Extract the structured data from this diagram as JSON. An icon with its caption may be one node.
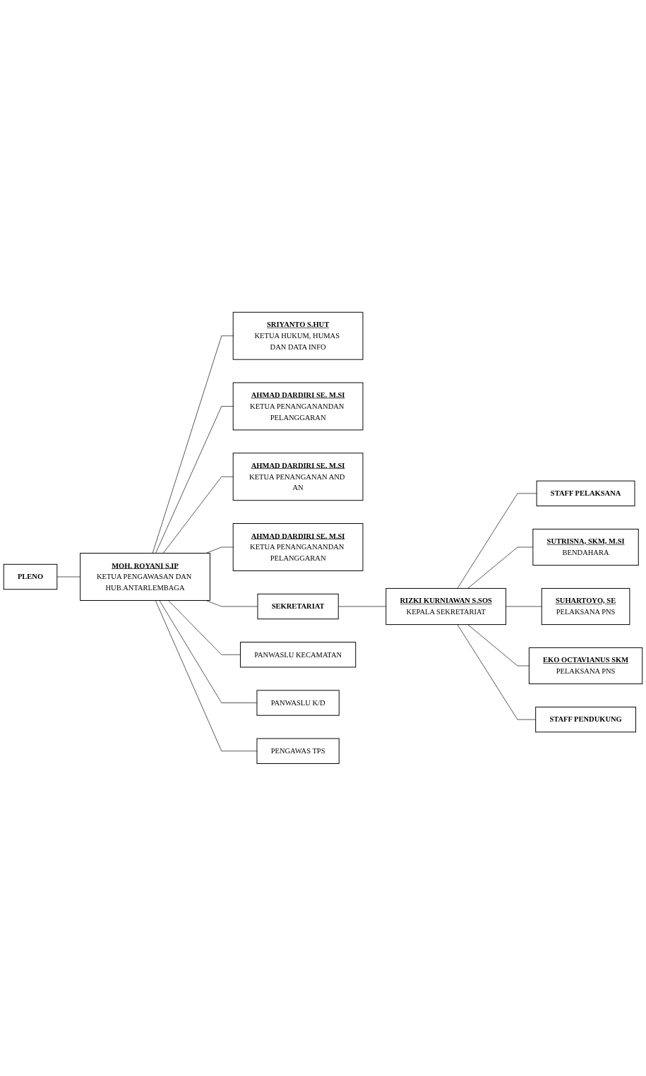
{
  "diagram": {
    "nodes": [
      {
        "text": [
          "PLENO"
        ]
      },
      {
        "text": [
          "SRIYANTO S.HUT",
          "KETUA HUKUM, HUMAS DAN DATA INFO"
        ]
      },
      {
        "text": [
          "AHMAD DARDIRI SE. M.SI",
          "KETUA PENANGANANDAN PELANGGARAN"
        ]
      },
      {
        "text": [
          "MOH. ROYANI S.IP",
          "KETUA PENGAWASAN DAN HUB.ANTARLEMBAGA"
        ]
      },
      {
        "text": [
          "AHMAD DARDIRI SE. M.SI",
          "KETUA PENANGANAN AND AN"
        ]
      },
      {
        "text": [
          "AHMAD DARDIRI SE. M.SI",
          "KETUA PENANGANANDAN PELANGGARAN"
        ]
      },
      {
        "text": [
          "SEKRETARIAT"
        ]
      },
      {
        "text": [
          "RIZKI KURNIAWAN S.SOS",
          "KEPALA SEKRETARIAT"
        ]
      },
      {
        "text": [
          "STAFF PELAKSANA"
        ]
      },
      {
        "text": [
          "PANWASLU KECAMATAN"
        ]
      },
      {
        "text": [
          "PANWASLU K/D"
        ]
      },
      {
        "text": [
          "PENGAWAS TPS"
        ]
      },
      {
        "text": [
          "SUTRISNA, SKM, M.SI",
          "BENDAHARA"
        ]
      },
      {
        "text": [
          "SUHARTOYO, SE",
          "PELAKSANA PNS"
        ]
      },
      {
        "text": [
          "EKO OCTAVIANUS SKM",
          "PELAKSANA PNS"
        ]
      },
      {
        "text": [
          "STAFF PENDUKUNG"
        ]
      }
    ],
    "edges": [
      {
        "from": 0,
        "to": 3,
        "arrow": "none"
      },
      {
        "from": 3,
        "to": 1,
        "arrow": "none"
      },
      {
        "from": 3,
        "to": 2,
        "arrow": "none"
      },
      {
        "from": 3,
        "to": 4,
        "arrow": "none"
      },
      {
        "from": 3,
        "to": 5,
        "arrow": "none"
      },
      {
        "from": 3,
        "to": 6,
        "arrow": "none"
      },
      {
        "from": 3,
        "to": 9,
        "arrow": "none"
      },
      {
        "from": 3,
        "to": 10,
        "arrow": "none"
      },
      {
        "from": 3,
        "to": 11,
        "arrow": "none"
      },
      {
        "from": 6,
        "to": 7,
        "arrow": "none"
      },
      {
        "from": 7,
        "to": 8,
        "arrow": "none"
      },
      {
        "from": 7,
        "to": 12,
        "arrow": "none"
      },
      {
        "from": 7,
        "to": 13,
        "arrow": "none"
      },
      {
        "from": 7,
        "to": 14,
        "arrow": "none"
      },
      {
        "from": 7,
        "to": 15,
        "arrow": "none"
      }
    ]
  }
}
